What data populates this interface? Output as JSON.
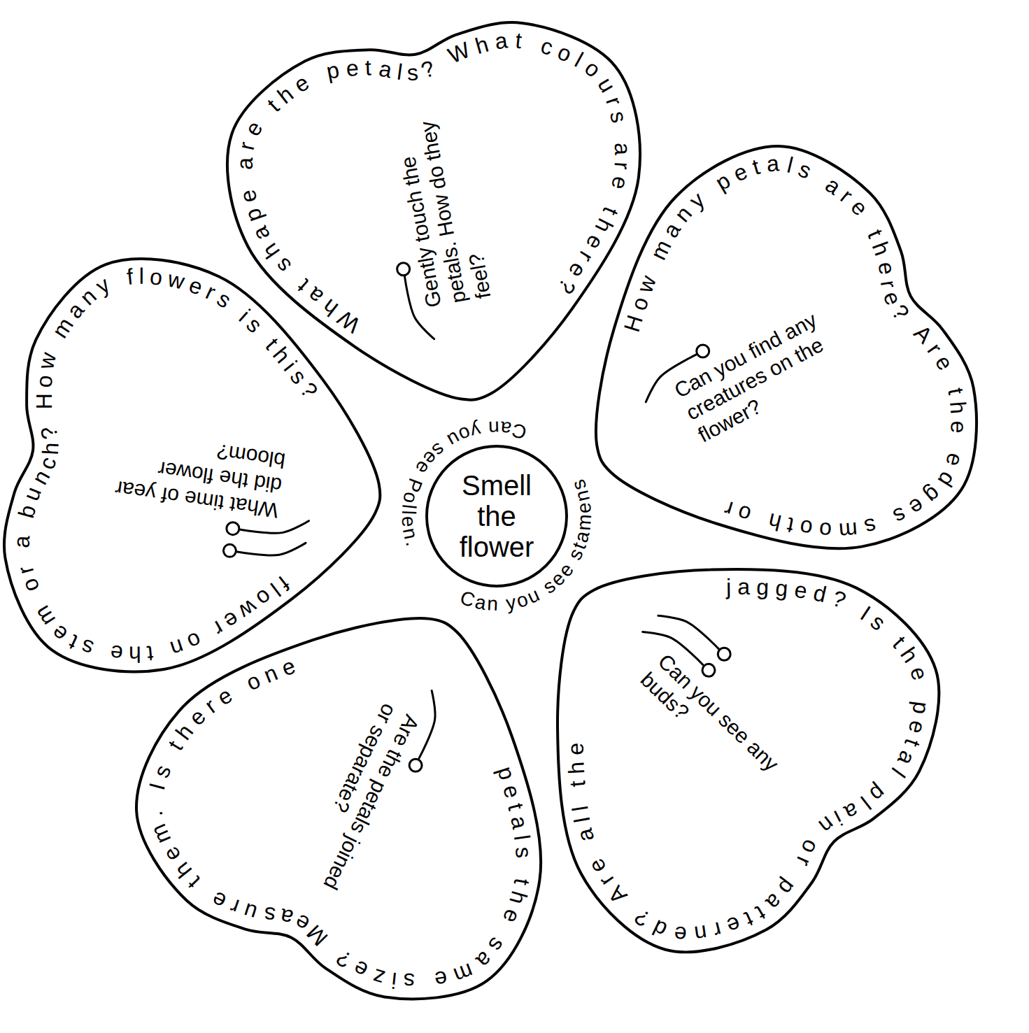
{
  "diagram": {
    "nodes": [
      {
        "text": [
          "Smell the flower"
        ]
      },
      {
        "text": [
          "Gently touch the petals. How do they feel?"
        ]
      },
      {
        "text": [
          "Can you find any creatures on the flower?"
        ]
      },
      {
        "text": [
          "Can you see any buds?"
        ]
      },
      {
        "text": [
          "Are the petals joined or separate?"
        ]
      },
      {
        "text": [
          "What time of year did the flower bloom?"
        ]
      }
    ],
    "labels": [
      "What shape are the petals? What colours are there?",
      "Can you see Pollen.",
      "Can you see stamens",
      "How many petals are there? Are the edges smooth or",
      "jagged? Is the petal plain or patterned? Are all the",
      "petals the same size? Measure them. Is there one",
      "flower on the stem or a bunch? How many flowers is this?"
    ]
  }
}
